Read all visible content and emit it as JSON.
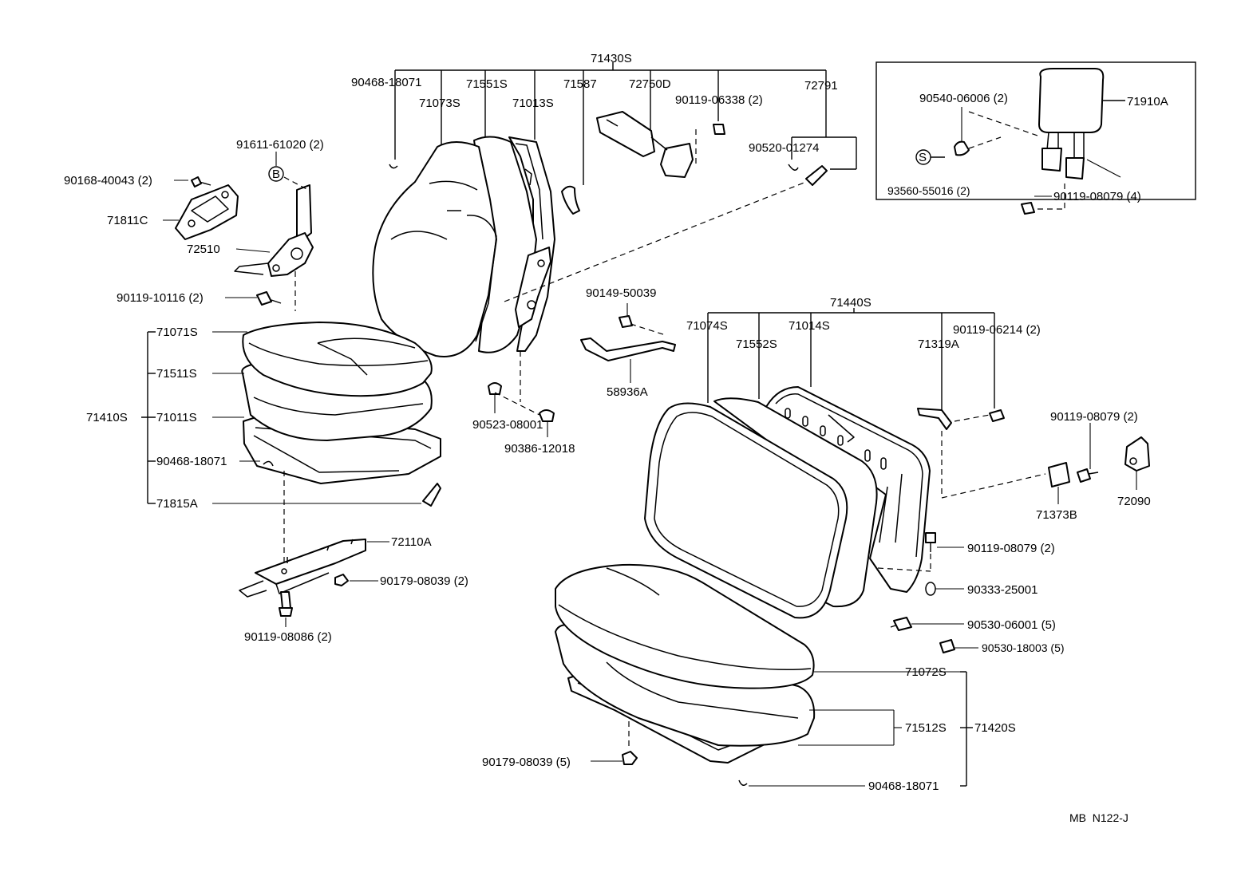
{
  "diagram": {
    "drawing_code": "MB  N122-J",
    "groups": {
      "front_back_assy": "71430S",
      "rear_back_assy": "71440S",
      "front_seat_assy": "71410S",
      "rear_cushion_assy": "71420S"
    },
    "labels": {
      "p90468_top": "90468-18071",
      "p71073S": "71073S",
      "p71551S": "71551S",
      "p71013S": "71013S",
      "p71587": "71587",
      "p72750D": "72750D",
      "p90119_06338": "90119-06338 (2)",
      "p72791": "72791",
      "p90520_01274": "90520-01274",
      "p91611_61020": "91611-61020 (2)",
      "p90168_40043": "90168-40043 (2)",
      "p71811C": "71811C",
      "p72510": "72510",
      "p90119_10116": "90119-10116 (2)",
      "p71071S": "71071S",
      "p71511S": "71511S",
      "p71011S": "71011S",
      "p90468_left": "90468-18071",
      "p71815A": "71815A",
      "p72110A": "72110A",
      "p90179_08039_2": "90179-08039 (2)",
      "p90119_08086": "90119-08086 (2)",
      "p90523_08001": "90523-08001",
      "p90386_12018": "90386-12018",
      "p90149_50039": "90149-50039",
      "p58936A": "58936A",
      "p71074S": "71074S",
      "p71552S": "71552S",
      "p71014S": "71014S",
      "p71319A": "71319A",
      "p90119_06214": "90119-06214 (2)",
      "p90119_08079_2a": "90119-08079 (2)",
      "p71373B": "71373B",
      "p72090": "72090",
      "p90119_08079_2b": "90119-08079 (2)",
      "p90333_25001": "90333-25001",
      "p90530_06001": "90530-06001 (5)",
      "p90530_18003": "90530-18003 (5)",
      "p71072S": "71072S",
      "p71512S": "71512S",
      "p90179_08039_5": "90179-08039 (5)",
      "p90468_bottom": "90468-18071"
    },
    "headrest_inset": {
      "p90540_06006": "90540-06006 (2)",
      "p71910A": "71910A",
      "p93560_55016": "93560-55016 (2)",
      "p90119_08079_4": "90119-08079 (4)"
    },
    "reference_marks": {
      "b": "B",
      "s": "S"
    }
  }
}
